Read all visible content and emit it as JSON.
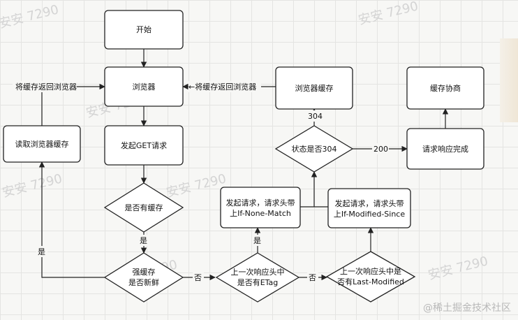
{
  "nodes": {
    "start": "开始",
    "browser": "浏览器",
    "browser_cache": "浏览器缓存",
    "negotiate_cache": "缓存协商",
    "read_cache": "读取浏览器缓存",
    "send_get": "发起GET请求",
    "has_cache": "是否有缓存",
    "state_304": "状态是否304",
    "response_done": "请求响应完成",
    "req_if_none_match": [
      "发起请求，请求头带",
      "上If-None-Match"
    ],
    "req_if_modified_since": [
      "发起请求，请求头带",
      "上If-Modified-Since"
    ],
    "strong_fresh": [
      "强缓存",
      "是否新鲜"
    ],
    "has_etag": [
      "上一次响应头中",
      "是否有ETag"
    ],
    "has_last_modified": [
      "上一次响应头中是",
      "否有Last-Modified"
    ]
  },
  "edges": {
    "return_to_browser_left": "将缓存返回浏览器",
    "return_to_browser_right": "←将缓存返回浏览器",
    "yes_1": "是",
    "yes_2": "是",
    "yes_3": "是",
    "no_1": "否",
    "no_2": "否",
    "code_304": "304",
    "code_200": "200"
  },
  "watermarks": [
    "安安 7290",
    "安安 7290",
    "安安 7290",
    "安安 7290",
    "安安 7290",
    "安安 7290",
    "安安 7290"
  ],
  "credit": "@稀土掘金技术社区"
}
